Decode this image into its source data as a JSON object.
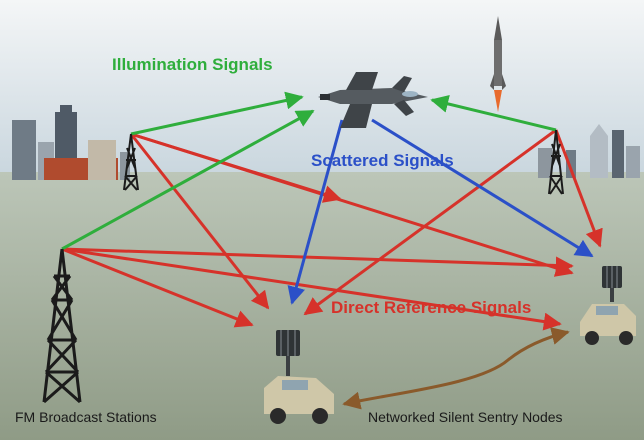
{
  "labels": {
    "illumination": "Illumination Signals",
    "scattered": "Scattered Signals",
    "direct_reference": "Direct Reference Signals",
    "fm_stations": "FM Broadcast Stations",
    "sentry_nodes": "Networked Silent Sentry Nodes"
  },
  "colors": {
    "illumination": "#2fae3c",
    "scattered": "#2b50c8",
    "direct_reference": "#d6322a",
    "network_link": "#8a5a2b",
    "label_text": "#1a1a1a",
    "sky_top": "#f4f6f7",
    "sky_bottom": "#c9d6de",
    "ground_top": "#bcc6b8",
    "ground_bottom": "#8f9b86"
  },
  "icons": {
    "aircraft": "fighter-jet-icon",
    "missile": "missile-icon",
    "tower": "radio-tower-icon",
    "node": "sentry-vehicle-icon",
    "city": "city-skyline-icon"
  }
}
